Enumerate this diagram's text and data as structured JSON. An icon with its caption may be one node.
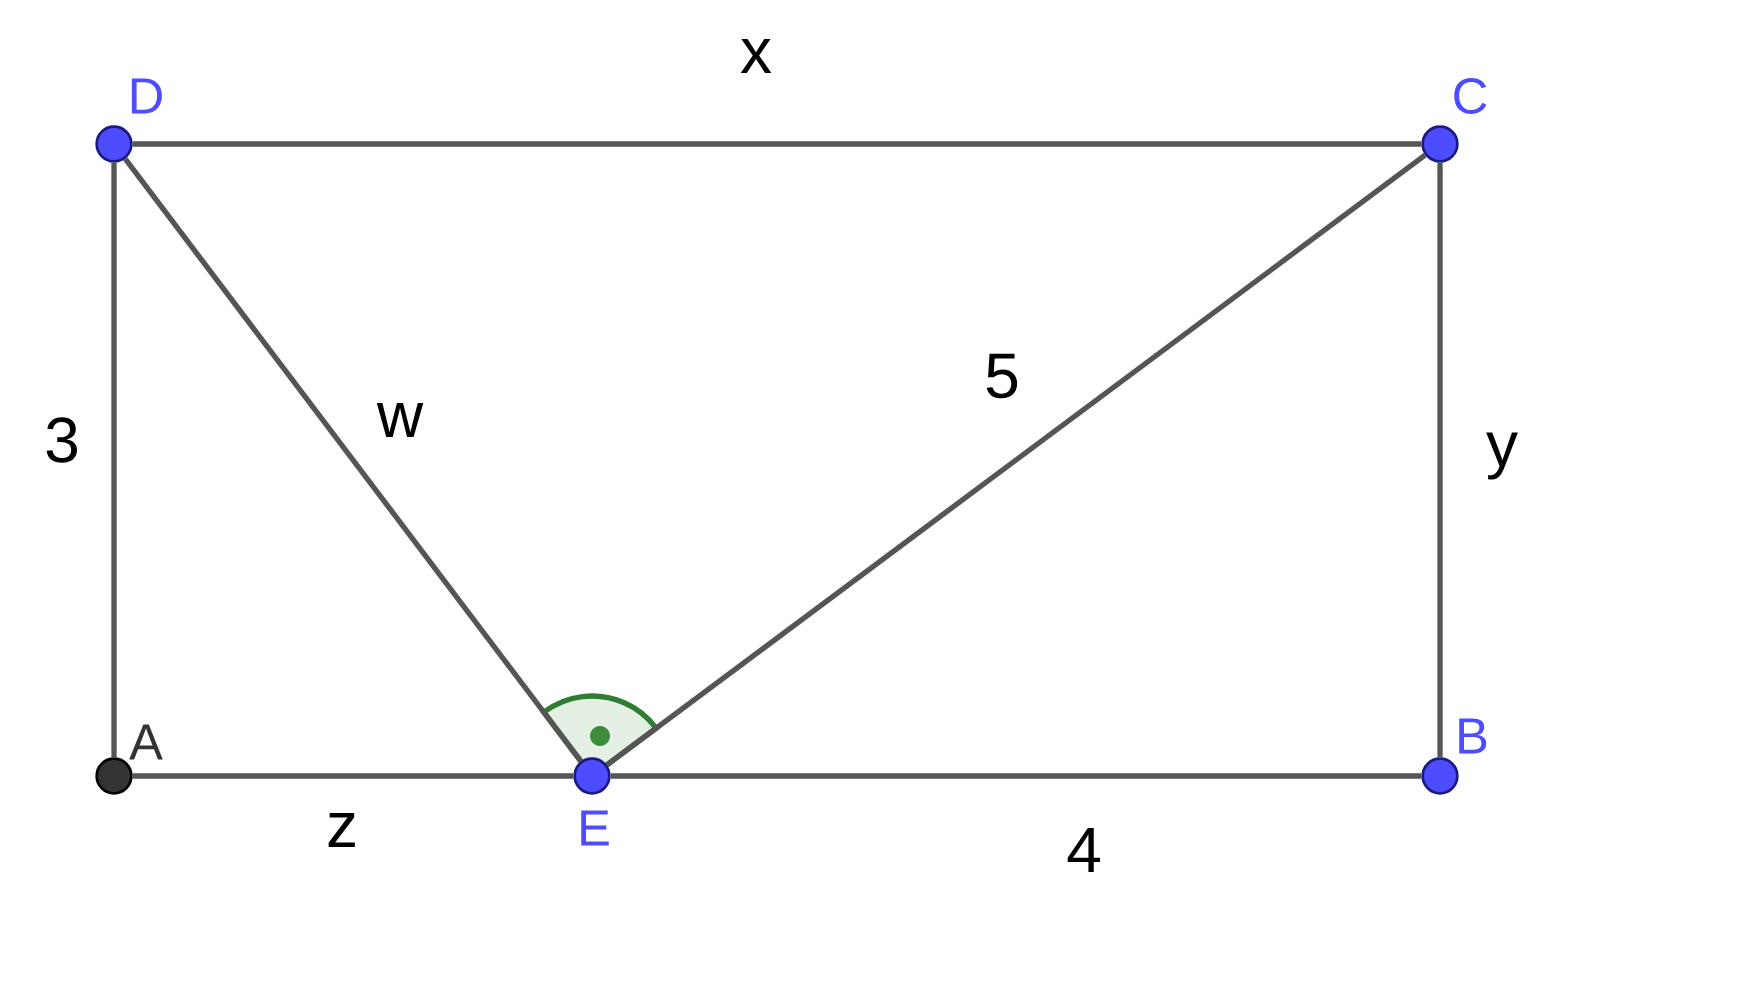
{
  "diagram": {
    "nodes": [
      {
        "text": [
          "D"
        ]
      },
      {
        "text": [
          "C"
        ]
      },
      {
        "text": [
          "A"
        ]
      },
      {
        "text": [
          "E"
        ]
      },
      {
        "text": [
          "B"
        ]
      }
    ],
    "edges": [
      {
        "from": 0,
        "to": 1,
        "arrow": "none",
        "label": "x"
      },
      {
        "from": 0,
        "to": 2,
        "arrow": "none",
        "label": "3"
      },
      {
        "from": 2,
        "to": 3,
        "arrow": "none",
        "label": "z"
      },
      {
        "from": 3,
        "to": 4,
        "arrow": "none",
        "label": "4"
      },
      {
        "from": 4,
        "to": 1,
        "arrow": "none",
        "label": "y"
      },
      {
        "from": 0,
        "to": 3,
        "arrow": "none",
        "label": "w"
      },
      {
        "from": 3,
        "to": 1,
        "arrow": "none",
        "label": "5"
      }
    ]
  }
}
